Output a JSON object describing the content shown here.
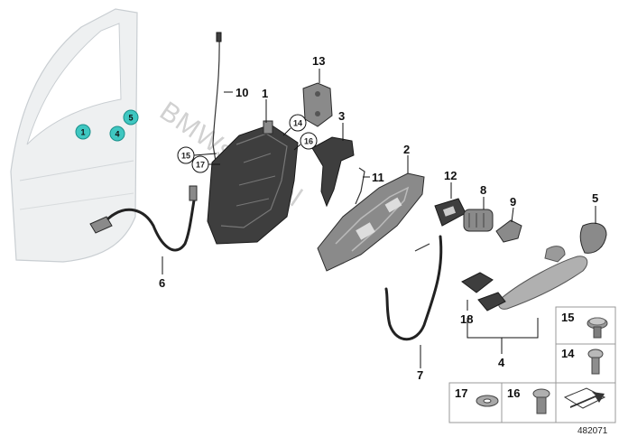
{
  "diagram": {
    "reference_number": "482071",
    "watermark": "BMWstore.pl",
    "callouts": [
      {
        "id": "c1",
        "label": "1"
      },
      {
        "id": "c2",
        "label": "2"
      },
      {
        "id": "c3",
        "label": "3"
      },
      {
        "id": "c4",
        "label": "4"
      },
      {
        "id": "c5",
        "label": "5"
      },
      {
        "id": "c6",
        "label": "6"
      },
      {
        "id": "c7",
        "label": "7"
      },
      {
        "id": "c8",
        "label": "8"
      },
      {
        "id": "c9",
        "label": "9"
      },
      {
        "id": "c10",
        "label": "10"
      },
      {
        "id": "c11",
        "label": "11"
      },
      {
        "id": "c12",
        "label": "12"
      },
      {
        "id": "c13",
        "label": "13"
      },
      {
        "id": "c18",
        "label": "18"
      }
    ],
    "circled_callouts": [
      "14",
      "15",
      "16",
      "17"
    ],
    "door_markers": [
      "1",
      "4",
      "5"
    ],
    "table_labels": [
      "15",
      "14",
      "17",
      "16"
    ]
  }
}
